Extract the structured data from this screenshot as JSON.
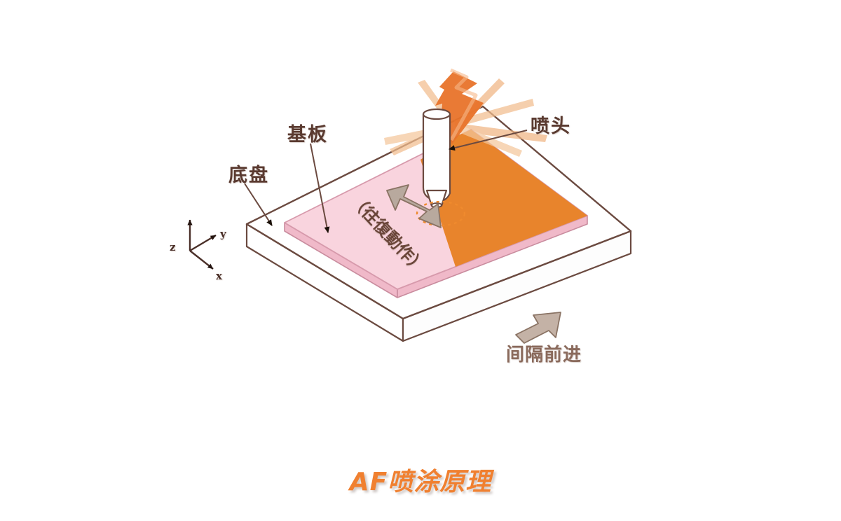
{
  "figure": {
    "caption": "AF喷涂原理",
    "caption_color": "#f08030",
    "background_color": "#ffffff"
  },
  "labels": {
    "substrate": "基板",
    "baseplate": "底盘",
    "nozzle": "喷头",
    "reciprocating": "（往復動作）",
    "advance": "间隔前进"
  },
  "axes": {
    "z": "z",
    "y": "y",
    "x": "x"
  },
  "colors": {
    "coating_orange": "#e8842c",
    "substrate_pink": "#f9d4de",
    "substrate_pink_edge": "#f0b9c9",
    "outline_brown": "#6b4a40",
    "arrow_gray": "#b8a99e",
    "arrow_gray_stroke": "#8a7364",
    "label_brown": "#5a3a30",
    "spray_light_orange": "#f5c9a2",
    "base_white": "#ffffff"
  },
  "diagram": {
    "type": "isometric-process-illustration",
    "parts": [
      "base-plate",
      "substrate-panel",
      "orange-coated-region",
      "spray-nozzle",
      "spray-rays",
      "spray-footprint-ellipse",
      "reciprocating-double-arrow",
      "advance-arrow",
      "coordinate-axes"
    ]
  }
}
